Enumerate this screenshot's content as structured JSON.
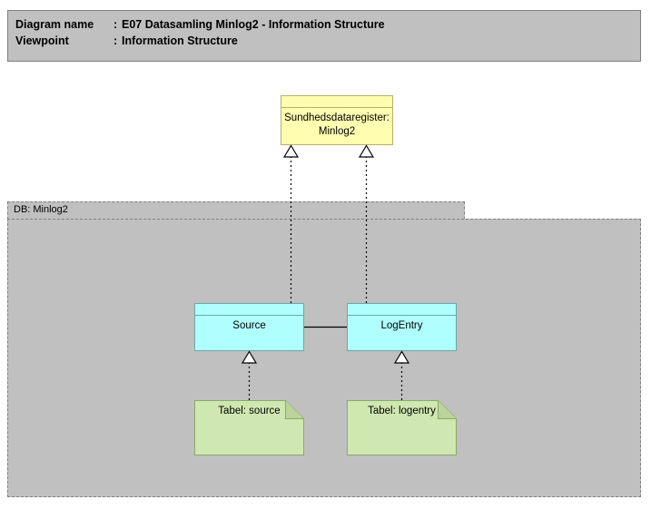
{
  "header": {
    "rows": [
      {
        "key": "Diagram name",
        "sep": ":",
        "value": "E07 Datasamling Minlog2 - Information Structure"
      },
      {
        "key": "Viewpoint",
        "sep": ":",
        "value": "Information Structure"
      }
    ]
  },
  "group": {
    "label": "DB: Minlog2"
  },
  "elements": {
    "business_object": {
      "label": "Sundhedsdataregister: Minlog2",
      "color": "#fffdb0"
    },
    "data_object_source": {
      "label": "Source",
      "color": "#b0ffff"
    },
    "data_object_logentry": {
      "label": "LogEntry",
      "color": "#b0ffff"
    },
    "artifact_source": {
      "label": "Tabel: source",
      "color": "#cfe7b0"
    },
    "artifact_logentry": {
      "label": "Tabel: logentry",
      "color": "#cfe7b0"
    }
  },
  "relations": [
    {
      "name": "realization-source-to-register",
      "type": "realization",
      "from": "Source",
      "to": "Sundhedsdataregister: Minlog2",
      "style": "dotted-hollow-triangle"
    },
    {
      "name": "realization-logentry-to-register",
      "type": "realization",
      "from": "LogEntry",
      "to": "Sundhedsdataregister: Minlog2",
      "style": "dotted-hollow-triangle"
    },
    {
      "name": "association-source-logentry",
      "type": "association",
      "from": "Source",
      "to": "LogEntry",
      "style": "solid-line"
    },
    {
      "name": "realization-tabel-source-to-source",
      "type": "realization",
      "from": "Tabel: source",
      "to": "Source",
      "style": "dotted-hollow-triangle"
    },
    {
      "name": "realization-tabel-logentry-to-logentry",
      "type": "realization",
      "from": "Tabel: logentry",
      "to": "LogEntry",
      "style": "dotted-hollow-triangle"
    }
  ],
  "colors": {
    "canvas": "#ffffff",
    "header_fill": "#c0c0c0",
    "group_fill": "#c0c0c0",
    "group_border": "#808080",
    "line": "#000000"
  }
}
